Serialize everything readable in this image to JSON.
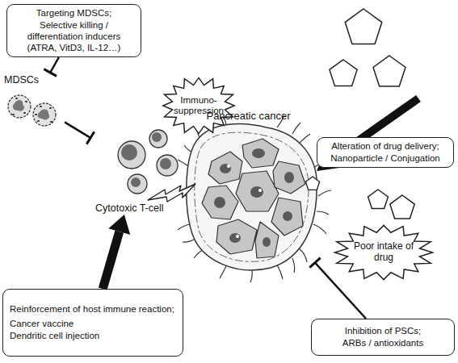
{
  "diagram": {
    "nodes": [
      {
        "text": [
          "Targeting MDSCs;",
          "Selective killing / differentiation inducers (ATRA, VitD3, IL-12…)"
        ]
      },
      {
        "text": [
          "MDSCs"
        ]
      },
      {
        "text": [
          "Immuno-suppression"
        ]
      },
      {
        "text": [
          "Pancreatic cancer"
        ]
      },
      {
        "text": [
          "Alteration of drug delivery;",
          "Nanoparticle / Conjugation"
        ]
      },
      {
        "text": [
          "Poor intake of drug"
        ]
      },
      {
        "text": [
          "Cytotoxic T-cell"
        ]
      },
      {
        "text": [
          "Reinforcement of host immune reaction;",
          "Cancer vaccine",
          "Dendritic cell injection"
        ]
      },
      {
        "text": [
          "Inhibition of PSCs;",
          "ARBs / antioxidants"
        ]
      }
    ],
    "edges": [
      {
        "from": 0,
        "to": 1,
        "arrow": "to"
      },
      {
        "from": 1,
        "to": 6,
        "arrow": "to"
      },
      {
        "from": 7,
        "to": 6,
        "arrow": "to"
      },
      {
        "from": 8,
        "to": 3,
        "arrow": "to"
      }
    ]
  }
}
